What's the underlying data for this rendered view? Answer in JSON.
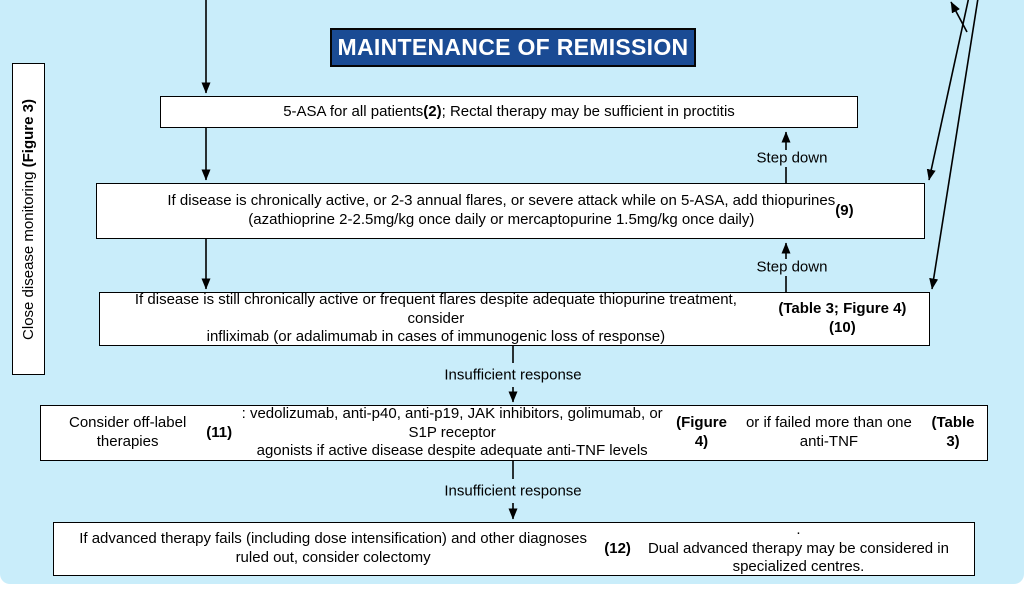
{
  "colors": {
    "background": "#c9edfa",
    "title_bg": "#1a4b94",
    "title_text": "#ffffff",
    "box_bg": "#ffffff",
    "line": "#000000"
  },
  "title": "MAINTENANCE OF REMISSION",
  "side_label": {
    "lines": [
      [
        {
          "text": "Close disease monitoring ",
          "bold": false
        },
        {
          "text": "(Figure 3)",
          "bold": true
        }
      ]
    ]
  },
  "boxes": [
    {
      "id": "5asa",
      "lines": [
        [
          {
            "text": "5-ASA for all patients ",
            "bold": false
          },
          {
            "text": "(2)",
            "bold": true
          },
          {
            "text": "; Rectal therapy may be sufficient in proctitis",
            "bold": false
          }
        ]
      ]
    },
    {
      "id": "thiopurines",
      "lines": [
        [
          {
            "text": "If disease is chronically active, or 2-3 annual flares, or severe attack while on 5-ASA, add thiopurines",
            "bold": false
          }
        ],
        [
          {
            "text": "(azathioprine 2-2.5mg/kg once daily or mercaptopurine 1.5mg/kg once daily) ",
            "bold": false
          },
          {
            "text": "(9)",
            "bold": true
          }
        ]
      ]
    },
    {
      "id": "infliximab",
      "lines": [
        [
          {
            "text": "If disease is still chronically active or frequent flares despite adequate thiopurine treatment, consider",
            "bold": false
          }
        ],
        [
          {
            "text": "infliximab (or adalimumab in cases of immunogenic loss of response) ",
            "bold": false
          },
          {
            "text": "(Table 3; Figure 4) (10)",
            "bold": true
          }
        ]
      ]
    },
    {
      "id": "offlabel",
      "lines": [
        [
          {
            "text": "Consider off-label therapies ",
            "bold": false
          },
          {
            "text": "(11)",
            "bold": true
          },
          {
            "text": ": vedolizumab, anti-p40, anti-p19, JAK inhibitors, golimumab, or S1P receptor",
            "bold": false
          }
        ],
        [
          {
            "text": "agonists if active disease despite adequate anti-TNF levels ",
            "bold": false
          },
          {
            "text": "(Figure 4)",
            "bold": true
          },
          {
            "text": " or if failed more than one anti-TNF ",
            "bold": false
          },
          {
            "text": "(Table 3)",
            "bold": true
          }
        ]
      ]
    },
    {
      "id": "colectomy",
      "lines": [
        [
          {
            "text": "If advanced therapy fails (including dose intensification) and other diagnoses ruled out, consider colectomy ",
            "bold": false
          },
          {
            "text": "(12)",
            "bold": true
          },
          {
            "text": ".",
            "bold": false
          }
        ],
        [
          {
            "text": "Dual advanced therapy may be considered in specialized centres.",
            "bold": false
          }
        ]
      ]
    }
  ],
  "labels": {
    "step_down": "Step down",
    "insufficient_response": "Insufficient response"
  }
}
